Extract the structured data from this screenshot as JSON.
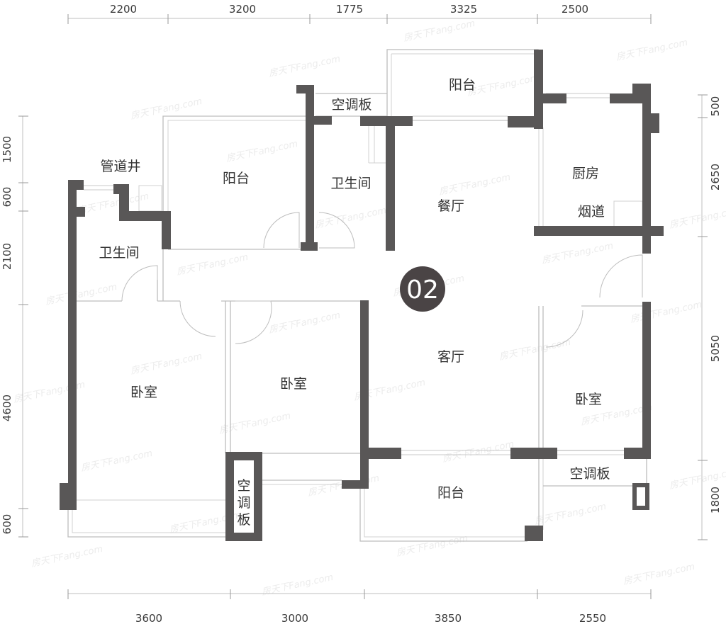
{
  "dimensions": {
    "top": [
      "2200",
      "3200",
      "1775",
      "3325",
      "2500"
    ],
    "bottom": [
      "3600",
      "3000",
      "3850",
      "2550"
    ],
    "left": [
      "1500",
      "600",
      "2100",
      "4600",
      "600"
    ],
    "right": [
      "500",
      "2650",
      "5050",
      "1800"
    ]
  },
  "rooms": {
    "balcony_top": "阳台",
    "ac_panel_top": "空调板",
    "kitchen": "厨房",
    "flue": "烟道",
    "pipe_shaft": "管道井",
    "balcony_left": "阳台",
    "bathroom_center": "卫生间",
    "dining": "餐厅",
    "bathroom_left": "卫生间",
    "living": "客厅",
    "bedroom_left": "卧室",
    "bedroom_mid": "卧室",
    "bedroom_right": "卧室",
    "ac_panel_right": "空调板",
    "ac_panel_bottom": "空调板",
    "balcony_bottom": "阳台"
  },
  "unit_badge": "02",
  "watermark": "房天下Fang.com",
  "colors": {
    "wall": "#595757",
    "badge": "#4a4445",
    "badge_text": "#ffffff"
  }
}
